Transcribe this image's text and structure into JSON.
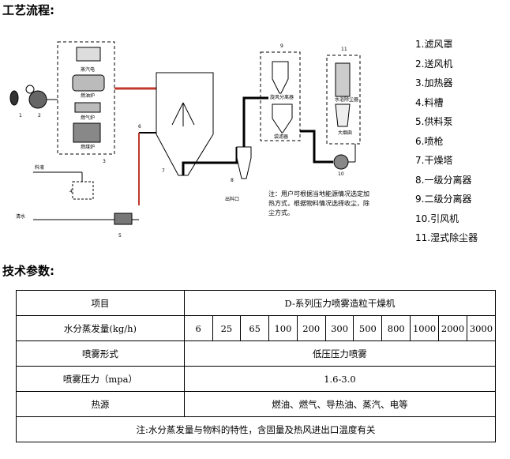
{
  "process_heading": "工艺流程:",
  "params_heading": "技术参数:",
  "legend": [
    "1.滤风罩",
    "2.送风机",
    "3.加热器",
    "4.料槽",
    "5.供料泵",
    "6.喷枪",
    "7.干燥塔",
    "8.一级分离器",
    "9.二级分离器",
    "10.引风机",
    "11.湿式除尘器"
  ],
  "diagram": {
    "note_lines": [
      "注：用户可根据当地能源情况选定加",
      "热方式，根据物料情况选择收尘，除",
      "尘方式。"
    ],
    "labels": {
      "steam": "蒸汽电",
      "oil": "燃油炉",
      "gas": "燃气炉",
      "coal": "燃煤炉",
      "cyclone": "旋风分离器",
      "bag": "袋滤器",
      "scrubber": "水浴除尘器",
      "chimney": "大烟囱",
      "material": "料液",
      "water": "清水",
      "outlet": "出料口",
      "nums": [
        "1",
        "2",
        "3",
        "4",
        "5",
        "6",
        "7",
        "8",
        "9",
        "10",
        "11"
      ]
    }
  },
  "table": {
    "row1": {
      "label": "项目",
      "value": "D-系列压力喷雾造粒干燥机"
    },
    "row2": {
      "label": "水分蒸发量(kg/h)",
      "values": [
        "6",
        "25",
        "65",
        "100",
        "200",
        "300",
        "500",
        "800",
        "1000",
        "2000",
        "3000"
      ]
    },
    "row3": {
      "label": "喷雾形式",
      "value": "低压压力喷雾"
    },
    "row4": {
      "label": "喷雾压力（mpa）",
      "value": "1.6-3.0"
    },
    "row5": {
      "label": "热源",
      "value": "燃油、燃气、导热油、蒸汽、电等"
    },
    "row6": {
      "value": "注:水分蒸发量与物料的特性，含固量及热风进出口温度有关"
    }
  }
}
